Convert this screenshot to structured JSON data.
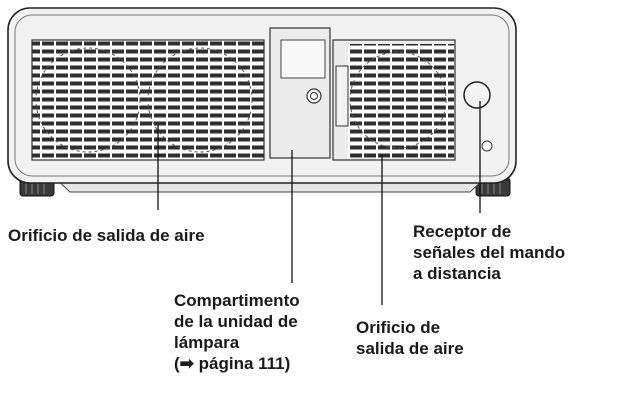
{
  "labels": {
    "exhaust_left": [
      "Orificio de salida de aire"
    ],
    "remote_receiver": [
      "Receptor de",
      "señales del mando",
      "a distancia"
    ],
    "lamp_compartment": [
      "Compartimento",
      "de la unidad de",
      "lámpara",
      "(➡ página 111)"
    ],
    "exhaust_right": [
      "Orificio de",
      "salida de aire"
    ]
  }
}
